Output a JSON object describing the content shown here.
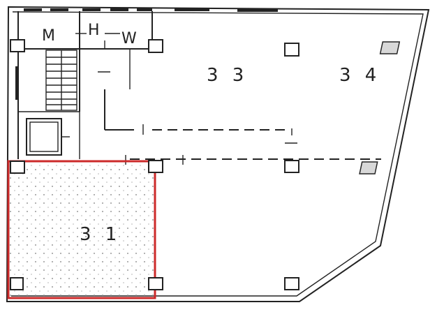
{
  "rooms": {
    "m": "M",
    "h": "H",
    "w": "W",
    "unit_33": "3 3",
    "unit_34": "3 4",
    "unit_31": "3 1"
  },
  "colors": {
    "line": "#222222",
    "highlight": "#cc2a2a",
    "dot": "#9a9a9a"
  },
  "highlight": {
    "room": "3 1"
  }
}
